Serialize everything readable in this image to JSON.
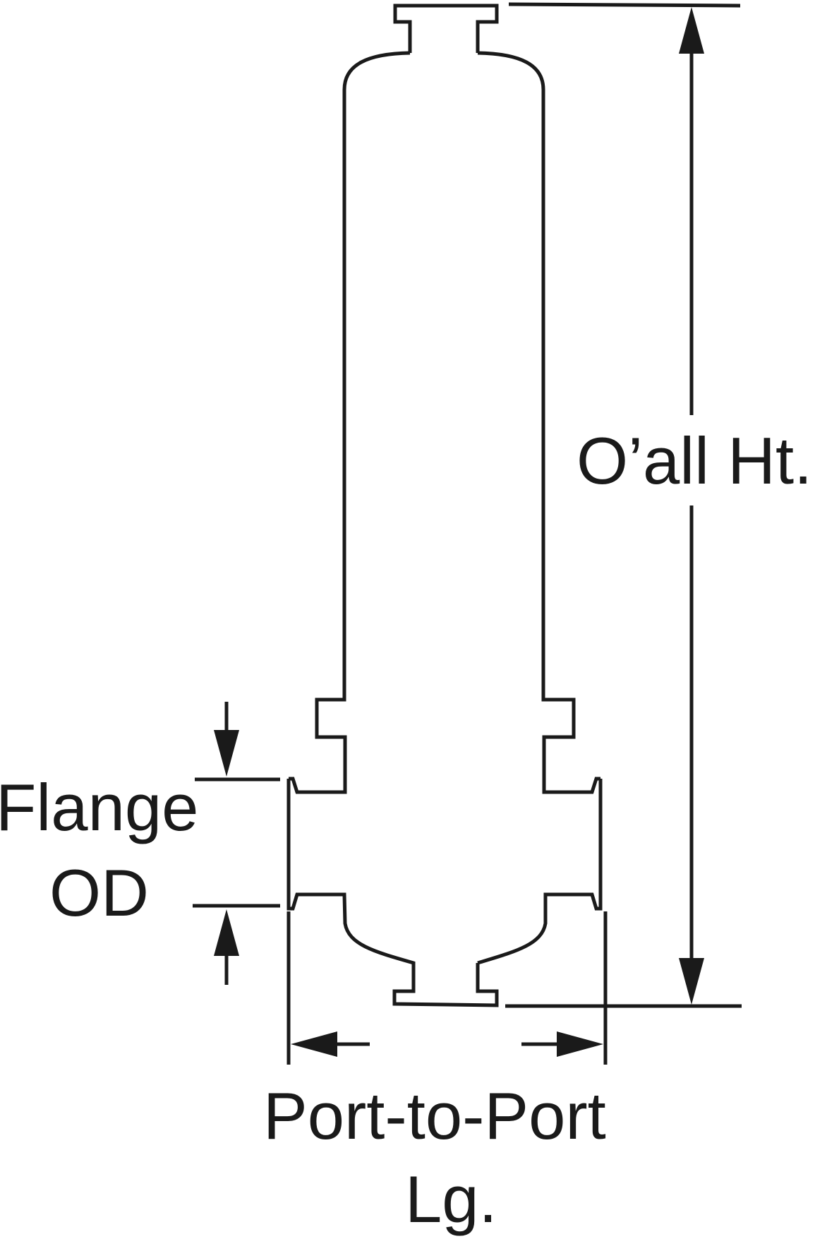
{
  "labels": {
    "overall_height": "O’all Ht.",
    "flange_line1": "Flange",
    "flange_line2": "OD",
    "port_line1": "Port-to-Port",
    "port_line2": "Lg."
  },
  "colors": {
    "ink": "#1a1a1a",
    "background": "#ffffff"
  }
}
